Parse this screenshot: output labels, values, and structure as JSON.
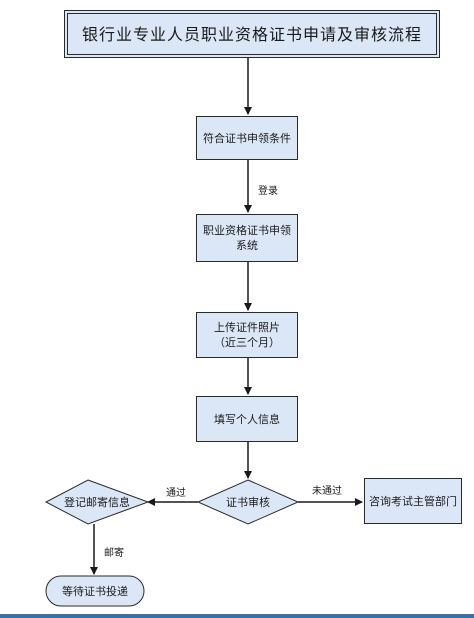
{
  "title": "银行业专业人员职业资格证书申请及审核流程",
  "steps": {
    "step1": "符合证书申领条件",
    "step2": "职业资格证书申领系统",
    "step3_line1": "上传证件照片",
    "step3_line2": "（近三个月）",
    "step4": "填写个人信息"
  },
  "decision": "证书审核",
  "pass_node": "登记邮寄信息",
  "fail_node": "咨询考试主管部门",
  "end_node": "等待证书投递",
  "edge_labels": {
    "login": "登录",
    "passed": "通过",
    "not_passed": "未通过",
    "mail": "邮寄"
  },
  "colors": {
    "node_fill": "#dbe7f7",
    "stroke": "#2b2b2b"
  }
}
